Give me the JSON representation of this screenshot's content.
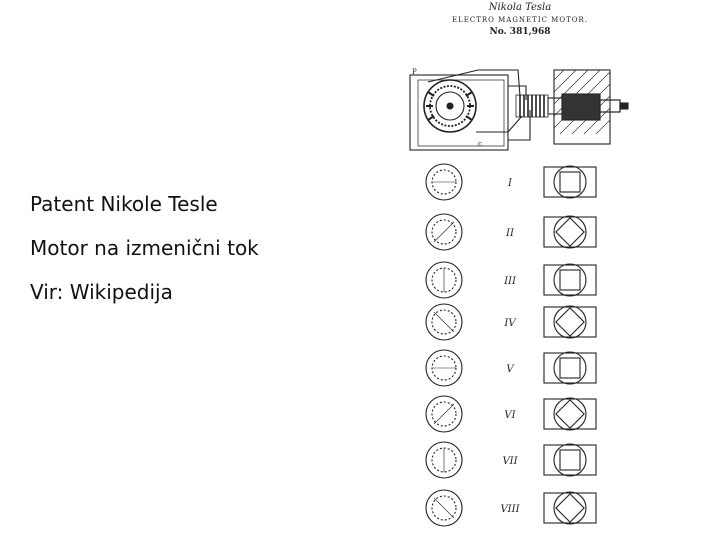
{
  "caption": {
    "line1": "Patent Nikole Tesle",
    "line2": "Motor na izmenični tok",
    "line3": "Vir: Wikipedija"
  },
  "patent": {
    "signature": "Nikola Tesla",
    "title": "ELECTRO MAGNETIC MOTOR.",
    "number": "No. 381,968",
    "figure_numerals": [
      "I",
      "II",
      "III",
      "IV",
      "V",
      "VI",
      "VII",
      "VIII"
    ]
  }
}
